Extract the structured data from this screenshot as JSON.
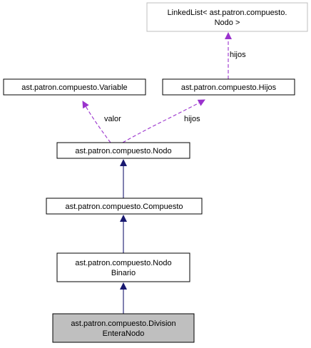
{
  "diagram": {
    "nodes": [
      {
        "id": "linkedlist",
        "lines": [
          "LinkedList< ast.patron.compuesto.",
          "Nodo >"
        ],
        "style": "external"
      },
      {
        "id": "variable",
        "lines": [
          "ast.patron.compuesto.Variable"
        ],
        "style": "normal"
      },
      {
        "id": "hijos",
        "lines": [
          "ast.patron.compuesto.Hijos"
        ],
        "style": "normal"
      },
      {
        "id": "nodo",
        "lines": [
          "ast.patron.compuesto.Nodo"
        ],
        "style": "normal"
      },
      {
        "id": "compuesto",
        "lines": [
          "ast.patron.compuesto.Compuesto"
        ],
        "style": "normal"
      },
      {
        "id": "nodobinario",
        "lines": [
          "ast.patron.compuesto.Nodo",
          "Binario"
        ],
        "style": "normal"
      },
      {
        "id": "division",
        "lines": [
          "ast.patron.compuesto.Division",
          "EnteraNodo"
        ],
        "style": "highlighted"
      }
    ],
    "edges": [
      {
        "from": "linkedlist",
        "to": "hijos",
        "kind": "usage",
        "label": "hijos"
      },
      {
        "from": "variable",
        "to": "nodo",
        "kind": "usage",
        "label": "valor"
      },
      {
        "from": "hijos",
        "to": "nodo",
        "kind": "usage",
        "label": "hijos"
      },
      {
        "from": "nodo",
        "to": "compuesto",
        "kind": "inheritance",
        "label": ""
      },
      {
        "from": "compuesto",
        "to": "nodobinario",
        "kind": "inheritance",
        "label": ""
      },
      {
        "from": "nodobinario",
        "to": "division",
        "kind": "inheritance",
        "label": ""
      }
    ],
    "colors": {
      "inheritance_edge": "#191970",
      "usage_edge": "#9a32cd",
      "node_border": "#000000",
      "external_node_border": "#bfbfbf",
      "highlighted_node_fill": "#bfbfbf",
      "node_fill": "#ffffff"
    }
  }
}
